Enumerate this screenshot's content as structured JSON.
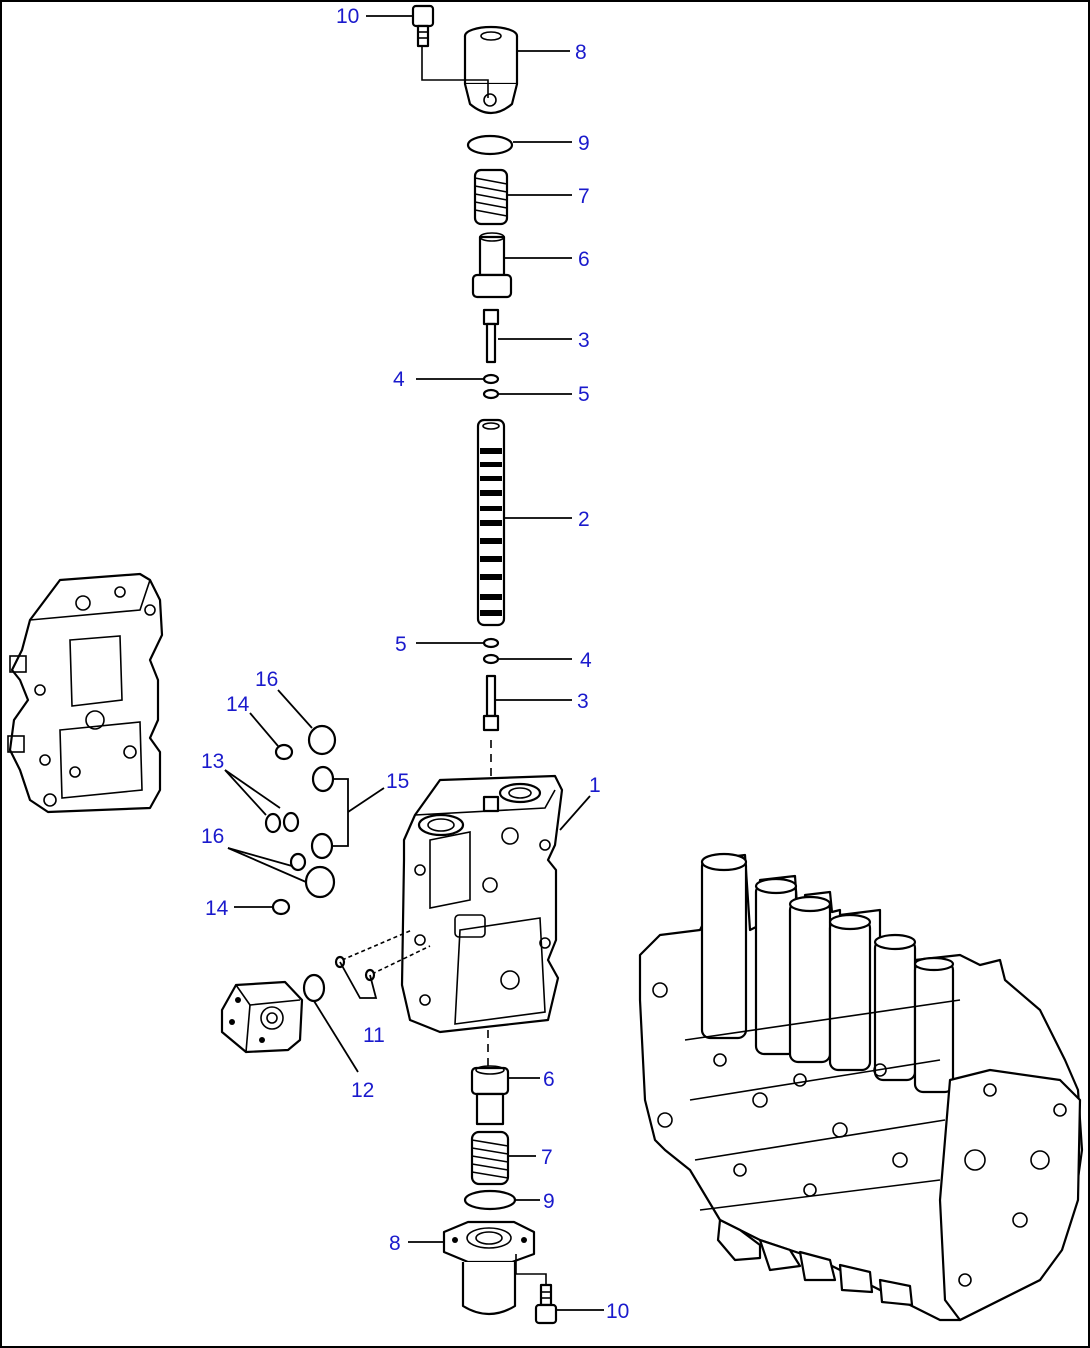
{
  "diagram": {
    "callouts": {
      "c10_top": "10",
      "c8_top": "8",
      "c9_top": "9",
      "c7_top": "7",
      "c6_top": "6",
      "c3_top": "3",
      "c4_top": "4",
      "c5_top": "5",
      "c2": "2",
      "c5_mid": "5",
      "c4_mid": "4",
      "c3_mid": "3",
      "c1": "1",
      "c16_a": "16",
      "c14_a": "14",
      "c13": "13",
      "c15": "15",
      "c16_b": "16",
      "c14_b": "14",
      "c11": "11",
      "c12": "12",
      "c6_bot": "6",
      "c7_bot": "7",
      "c9_bot": "9",
      "c8_bot": "8",
      "c10_bot": "10"
    },
    "colors": {
      "callout": "#1a1acc",
      "line": "#000000",
      "background": "#ffffff"
    }
  }
}
